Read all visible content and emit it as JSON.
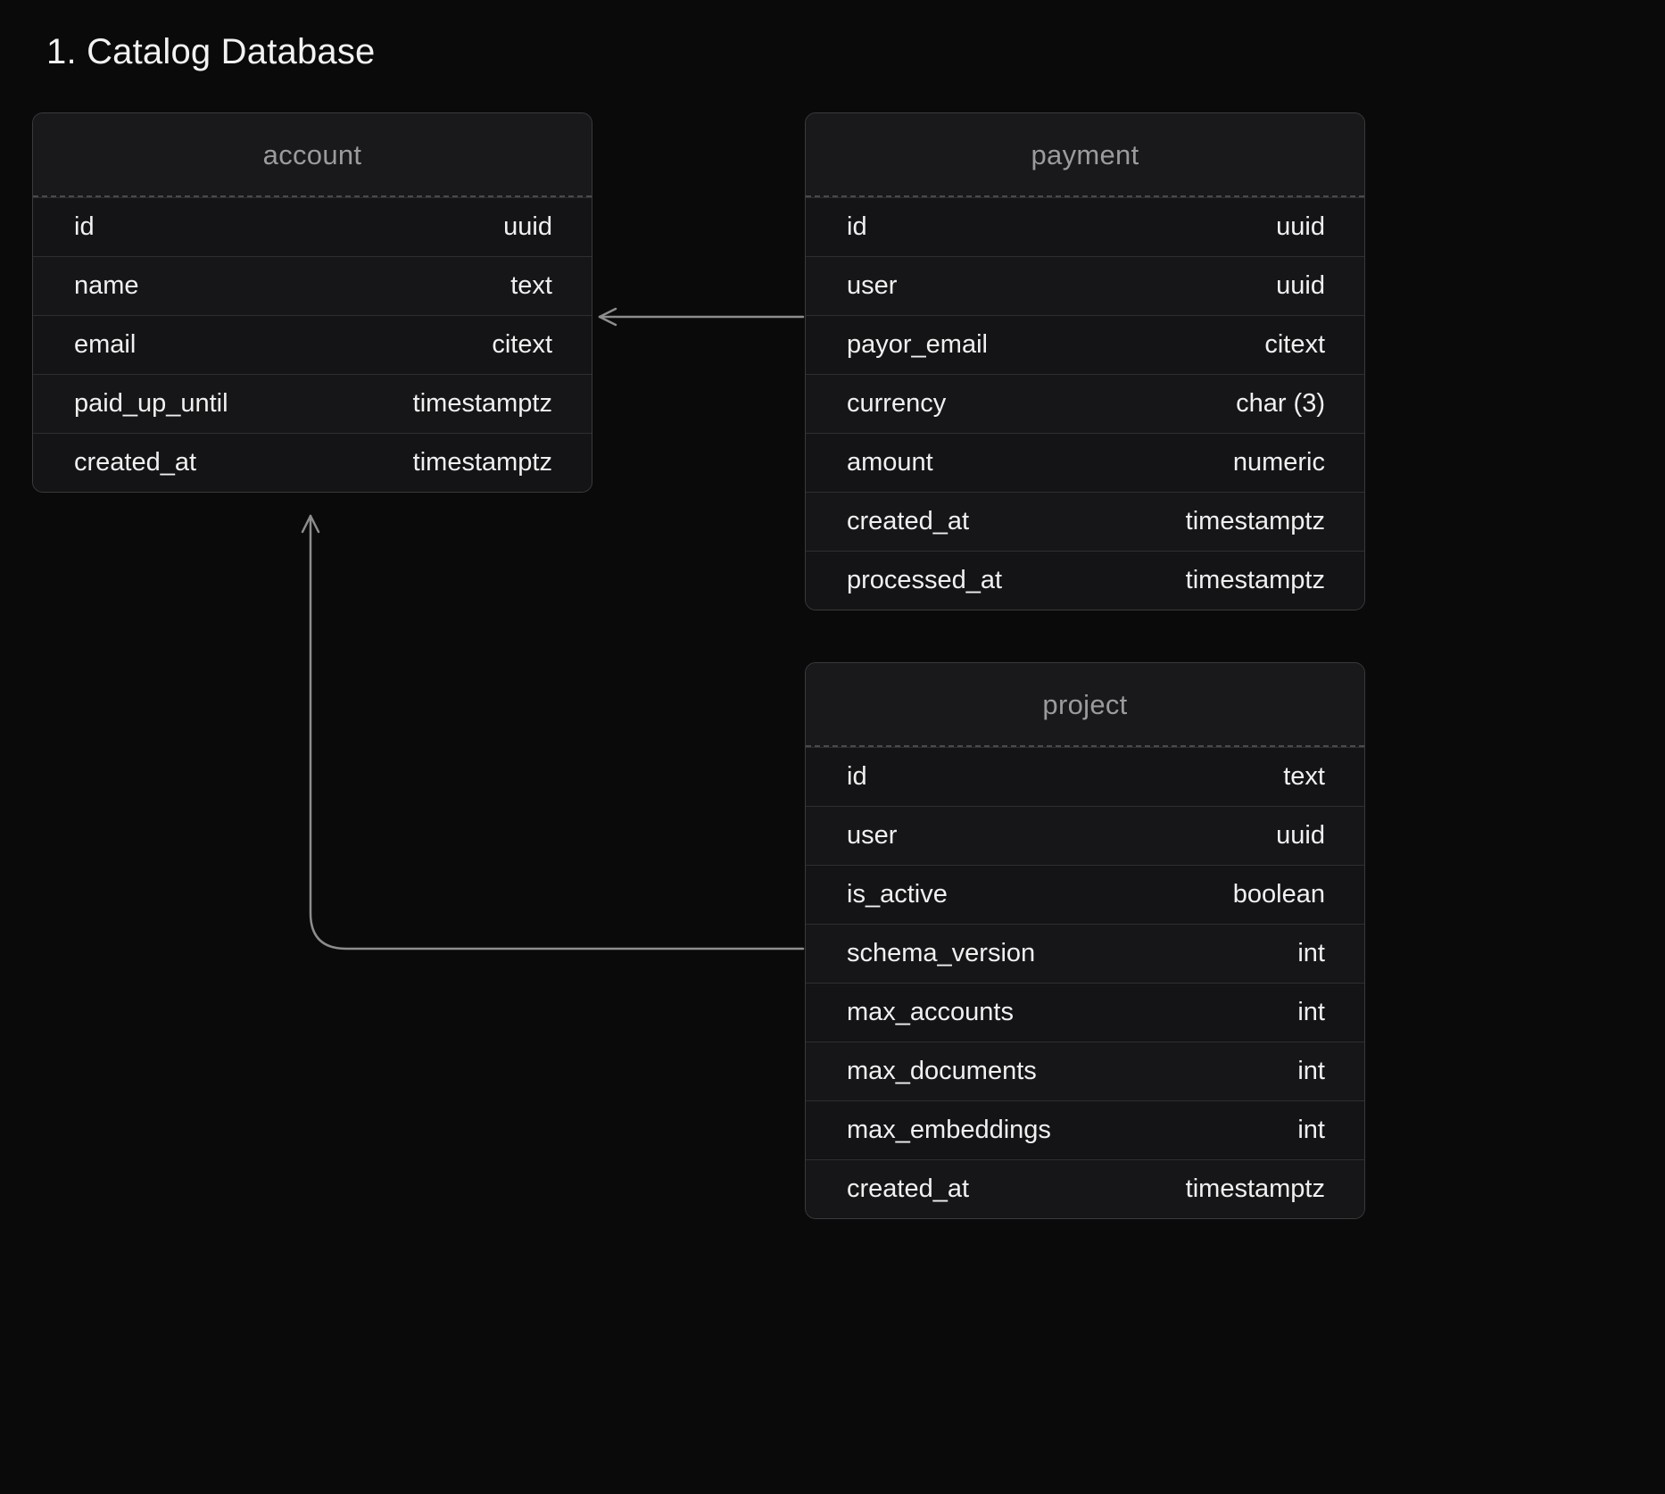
{
  "page": {
    "title": "1. Catalog Database",
    "background_color": "#0a0a0a",
    "accent_line_color": "#8d8d90"
  },
  "tables": [
    {
      "id": "account",
      "name": "account",
      "columns": [
        {
          "name": "id",
          "type": "uuid"
        },
        {
          "name": "name",
          "type": "text"
        },
        {
          "name": "email",
          "type": "citext"
        },
        {
          "name": "paid_up_until",
          "type": "timestamptz"
        },
        {
          "name": "created_at",
          "type": "timestamptz"
        }
      ]
    },
    {
      "id": "payment",
      "name": "payment",
      "columns": [
        {
          "name": "id",
          "type": "uuid"
        },
        {
          "name": "user",
          "type": "uuid"
        },
        {
          "name": "payor_email",
          "type": "citext"
        },
        {
          "name": "currency",
          "type": "char (3)"
        },
        {
          "name": "amount",
          "type": "numeric"
        },
        {
          "name": "created_at",
          "type": "timestamptz"
        },
        {
          "name": "processed_at",
          "type": "timestamptz"
        }
      ]
    },
    {
      "id": "project",
      "name": "project",
      "columns": [
        {
          "name": "id",
          "type": "text"
        },
        {
          "name": "user",
          "type": "uuid"
        },
        {
          "name": "is_active",
          "type": "boolean"
        },
        {
          "name": "schema_version",
          "type": "int"
        },
        {
          "name": "max_accounts",
          "type": "int"
        },
        {
          "name": "max_documents",
          "type": "int"
        },
        {
          "name": "max_embeddings",
          "type": "int"
        },
        {
          "name": "created_at",
          "type": "timestamptz"
        }
      ]
    }
  ],
  "relationships": [
    {
      "from": "payment.user",
      "to": "account.id",
      "style": "straight-arrow-left"
    },
    {
      "from": "project.user",
      "to": "account.id",
      "style": "elbow-arrow-up"
    }
  ]
}
